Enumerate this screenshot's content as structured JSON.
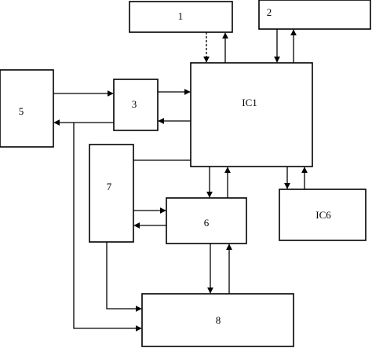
{
  "blocks": {
    "b1": "1",
    "b2": "2",
    "b3": "3",
    "b5": "5",
    "ic1": "IC1",
    "b6": "6",
    "b7": "7",
    "ic6": "IC6",
    "b8": "8"
  }
}
